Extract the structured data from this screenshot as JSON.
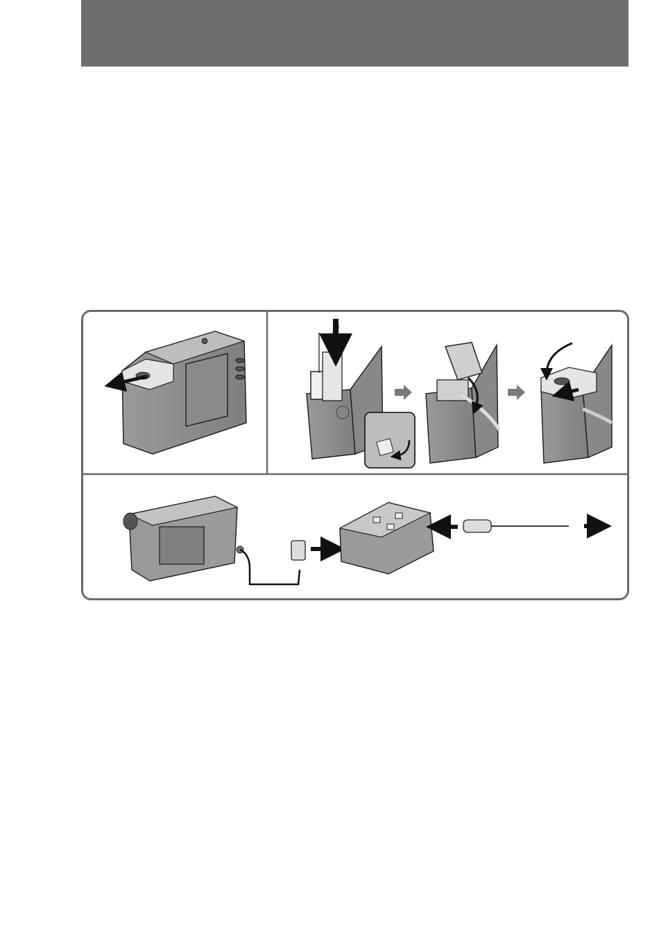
{
  "page": {
    "background": "#ffffff"
  },
  "header": {
    "band_color": "#6e6e6e",
    "text": ""
  },
  "figure": {
    "frame_color": "#6a6a6a",
    "panels": [
      {
        "id": "release-lever",
        "icon": "camcorder-battery-release-icon"
      },
      {
        "id": "attach-adaptor-plug",
        "icon": "dc-plug-insert-icon"
      },
      {
        "id": "close-cover",
        "icon": "battery-cover-close-icon"
      },
      {
        "id": "lock-lever",
        "icon": "lever-lock-icon"
      },
      {
        "id": "connect-ac-adaptor",
        "icon": "ac-adaptor-connection-icon"
      }
    ],
    "step_arrow_color": "#7a7a7a"
  }
}
